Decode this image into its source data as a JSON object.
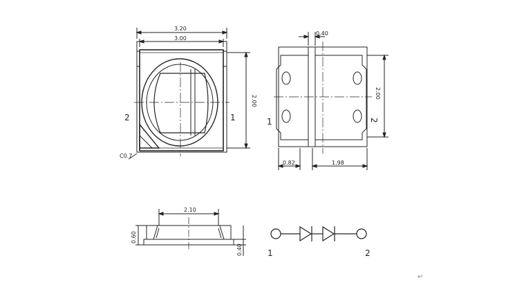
{
  "top_view": {
    "width_outer": "3.20",
    "width_inner": "3.00",
    "height": "2.00",
    "chamfer": "C0.7",
    "pin_left": "2",
    "pin_right": "1"
  },
  "bottom_view": {
    "pad_gap": "0.40",
    "height": "2.00",
    "pad_left_width": "0.82",
    "pad_right_width": "1.98",
    "pin_left": "1",
    "pin_right": "2"
  },
  "side_view": {
    "lens_width": "2.10",
    "total_height": "0.60",
    "base_height": "0.40"
  },
  "schematic": {
    "pin_left": "1",
    "pin_right": "2"
  },
  "corner_mark": "↵"
}
